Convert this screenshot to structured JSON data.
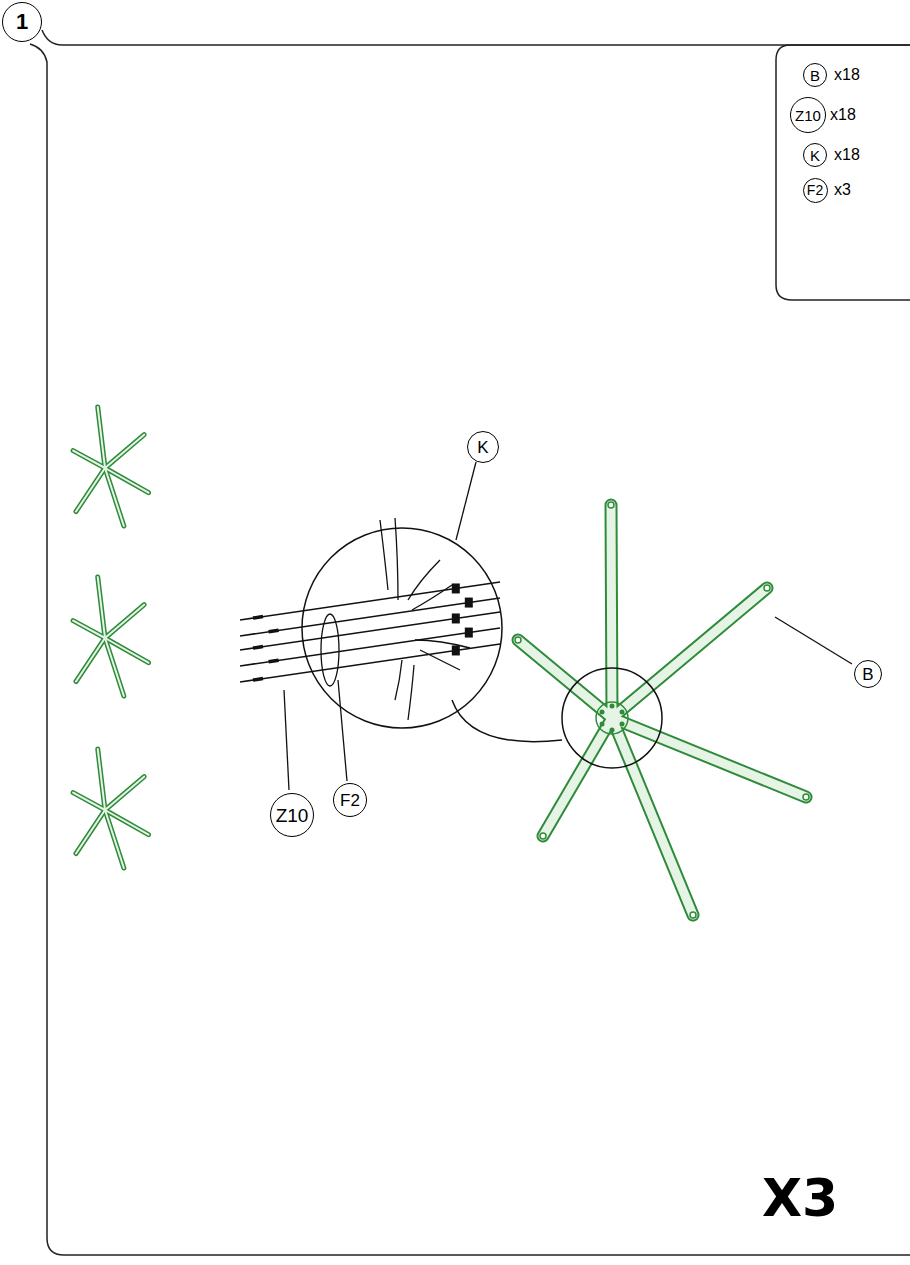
{
  "diagram": {
    "nodes": [
      {
        "text": [
          "1"
        ]
      },
      {
        "text": [
          "B"
        ]
      },
      {
        "text": [
          "Z10"
        ]
      },
      {
        "text": [
          "K"
        ]
      },
      {
        "text": [
          "F2"
        ]
      },
      {
        "text": [
          "K"
        ]
      },
      {
        "text": [
          "B"
        ]
      },
      {
        "text": [
          "Z10"
        ]
      },
      {
        "text": [
          "F2"
        ]
      }
    ],
    "labels": [
      "x18",
      "x18",
      "x18",
      "x3",
      "X3"
    ]
  }
}
